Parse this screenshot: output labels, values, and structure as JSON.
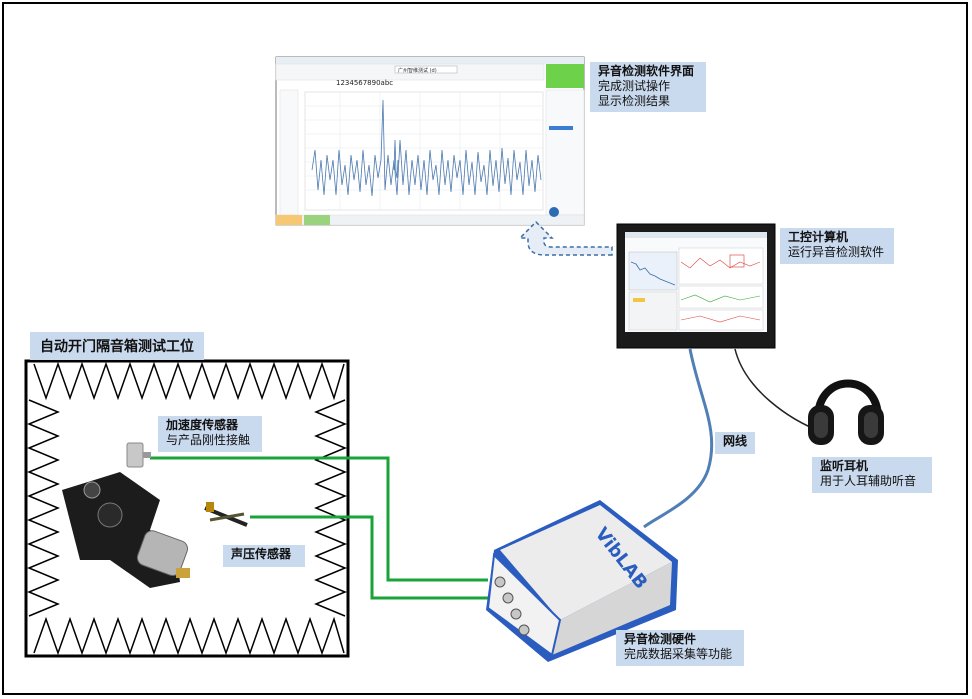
{
  "labels": {
    "software_ui": {
      "title": "异音检测软件界面",
      "line1": "完成测试操作",
      "line2": "显示检测结果"
    },
    "computer": {
      "title": "工控计算机",
      "line1": "运行异音检测软件"
    },
    "station": {
      "title": "自动开门隔音箱测试工位"
    },
    "accel": {
      "title": "加速度传感器",
      "line1": "与产品刚性接触"
    },
    "mic": {
      "title": "声压传感器"
    },
    "network": {
      "title": "网线"
    },
    "headphones": {
      "title": "监听耳机",
      "line1": "用于人耳辅助听音"
    },
    "hardware": {
      "title": "异音检测硬件",
      "line1": "完成数据采集等功能"
    }
  },
  "screenshot": {
    "code_field": "1234567890abc",
    "company_field": "广州智维测试 (d)",
    "brand": "VibLAB"
  },
  "colors": {
    "label_bg": "#c9d9ee",
    "cable_green": "#1aa33a",
    "cable_blue": "#4f7fb5",
    "pass_green": "#6dd14a"
  }
}
